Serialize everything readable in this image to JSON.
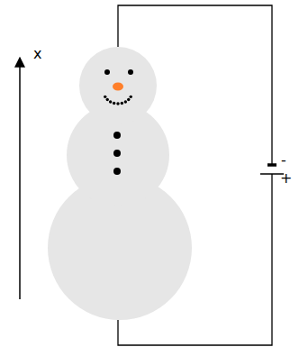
{
  "diagram": {
    "labels": [
      "x",
      "-",
      "+"
    ]
  }
}
